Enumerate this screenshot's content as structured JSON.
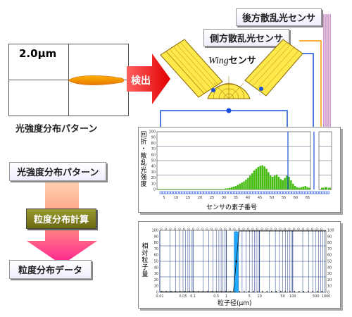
{
  "pattern": {
    "value_label": "2.0μm",
    "caption": "光強度分布パターン"
  },
  "detect_label": "検出",
  "sensors": {
    "wing_word": "Wing",
    "wing_suffix": "センサ",
    "side_label": "側方散乱光センサ",
    "back_label": "後方散乱光センサ"
  },
  "flow": {
    "step1": "光強度分布パターン",
    "step2": "粒度分布計算",
    "step3": "粒度分布データ"
  },
  "chart_data": [
    {
      "type": "bar",
      "ylabel": "回折・散乱光強度",
      "xlabel": "センサの素子番号",
      "x_ticks": [
        "5",
        "10",
        "15",
        "20",
        "25",
        "30",
        "35",
        "40",
        "45",
        "50",
        "55",
        "60",
        "65"
      ],
      "y_ticks": [
        "0",
        "10",
        "20",
        "30",
        "40",
        "50",
        "60",
        "70",
        "80",
        "90",
        "100"
      ],
      "values": [
        1,
        1,
        1,
        1,
        1,
        1,
        1,
        1,
        1,
        1,
        1,
        1,
        1,
        1,
        1,
        1,
        1,
        1,
        1,
        1,
        1,
        1,
        1,
        1,
        1,
        1,
        1,
        1,
        1,
        1,
        1,
        1,
        1,
        2,
        2,
        3,
        4,
        5,
        6,
        8,
        10,
        12,
        14,
        17,
        20,
        24,
        28,
        33,
        36,
        39,
        41,
        42,
        40,
        36,
        30,
        24,
        22,
        24,
        26,
        22,
        18,
        16,
        20,
        24,
        22,
        16,
        10,
        6,
        4,
        3,
        4,
        5,
        6,
        4,
        3
      ],
      "ylim": [
        0,
        100
      ]
    },
    {
      "type": "bar",
      "ylabel": "相対粒子量",
      "xlabel": "粒子径(μm)",
      "x_ticks": [
        "0.01",
        "0.05",
        "0.1",
        "0.5",
        "1",
        "5",
        "10",
        "50",
        "100",
        "500",
        "1000"
      ],
      "y_ticks": [
        "0",
        "10",
        "20",
        "30",
        "40",
        "50",
        "60",
        "70",
        "80",
        "90",
        "100"
      ],
      "peak_x": 2.0,
      "ylim": [
        0,
        100
      ]
    }
  ]
}
